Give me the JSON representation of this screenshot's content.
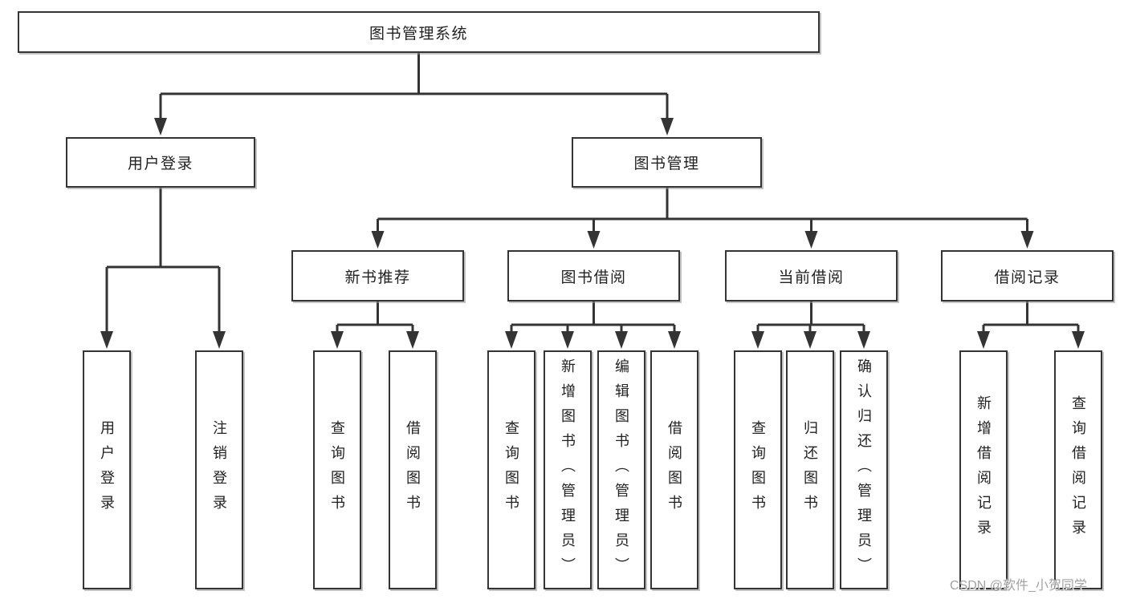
{
  "tree": {
    "label": "图书管理系统",
    "children": [
      {
        "label": "用户登录",
        "children": [
          {
            "label": "用户登录"
          },
          {
            "label": "注销登录"
          }
        ]
      },
      {
        "label": "图书管理",
        "children": [
          {
            "label": "新书推荐",
            "children": [
              {
                "label": "查询图书"
              },
              {
                "label": "借阅图书"
              }
            ]
          },
          {
            "label": "图书借阅",
            "children": [
              {
                "label": "查询图书"
              },
              {
                "label": "新增图书（管理员）"
              },
              {
                "label": "编辑图书（管理员）"
              },
              {
                "label": "借阅图书"
              }
            ]
          },
          {
            "label": "当前借阅",
            "children": [
              {
                "label": "查询图书"
              },
              {
                "label": "归还图书"
              },
              {
                "label": "确认归还（管理员）"
              }
            ]
          },
          {
            "label": "借阅记录",
            "children": [
              {
                "label": "新增借阅记录"
              },
              {
                "label": "查询借阅记录"
              }
            ]
          }
        ]
      }
    ]
  },
  "watermark": "CSDN @软件_小贺同学",
  "colors": {
    "line": "#343434",
    "text": "#222222",
    "watermark": "#a2a2a2",
    "background": "#ffffff"
  }
}
